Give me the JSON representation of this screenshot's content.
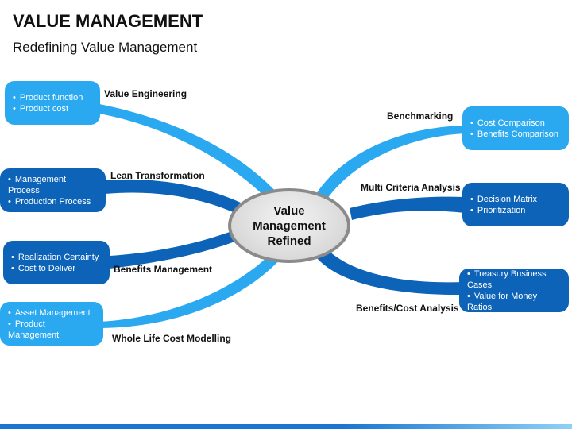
{
  "title": "VALUE MANAGEMENT",
  "subtitle": "Redefining Value Management",
  "center": "Value Management Refined",
  "branches": [
    {
      "label": "Value Engineering",
      "items": [
        "Product function",
        "Product cost"
      ]
    },
    {
      "label": "Lean Transformation",
      "items": [
        "Management Process",
        "Production Process"
      ]
    },
    {
      "label": "Benefits Management",
      "items": [
        "Realization Certainty",
        "Cost to Deliver"
      ]
    },
    {
      "label": "Whole Life Cost Modelling",
      "items": [
        "Asset Management",
        "Product Management"
      ]
    },
    {
      "label": "Benchmarking",
      "items": [
        "Cost Comparison",
        "Benefits Comparison"
      ]
    },
    {
      "label": "Multi Criteria Analysis",
      "items": [
        "Decision Matrix",
        "Prioritization"
      ]
    },
    {
      "label": "Benefits/Cost Analysis",
      "items": [
        "Treasury Business Cases",
        "Value for Money Ratios"
      ]
    }
  ],
  "colors": {
    "dark_blue": "#0d63b8",
    "light_blue": "#2aa8f0",
    "center_border": "#8a8a8a"
  }
}
